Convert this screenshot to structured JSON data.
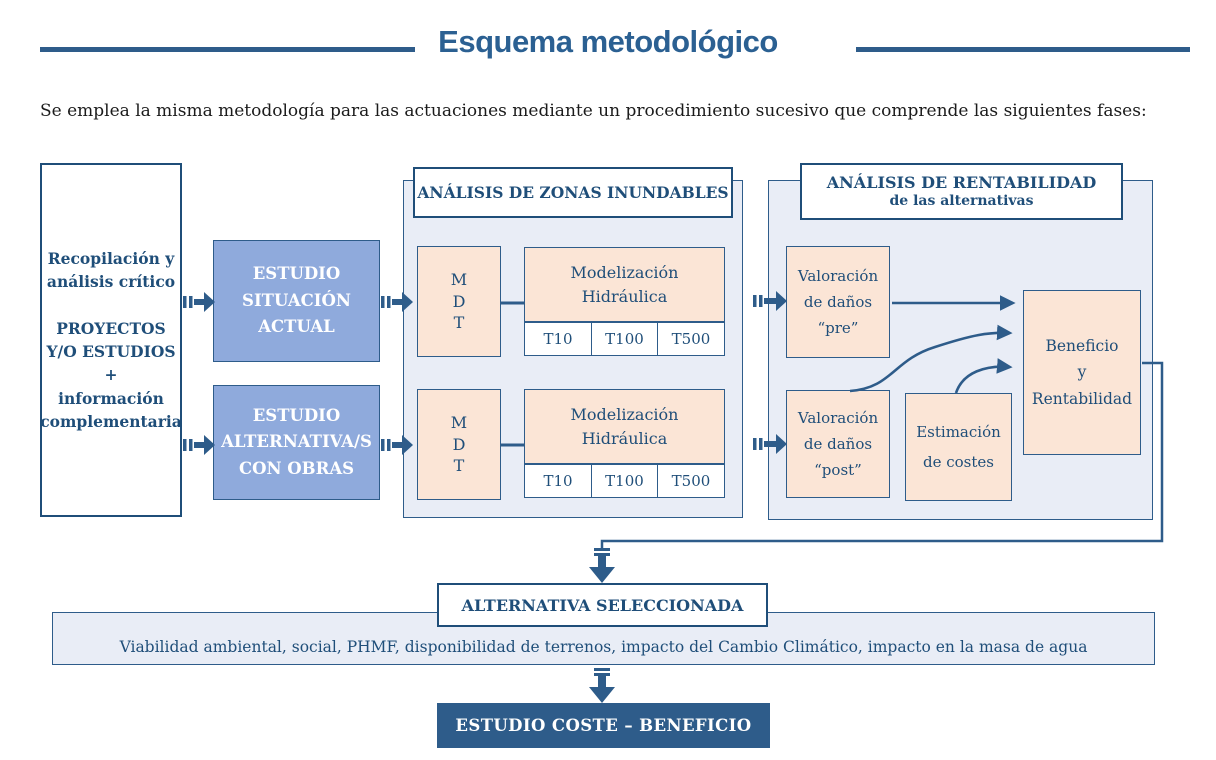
{
  "header": {
    "title": "Esquema metodológico"
  },
  "intro": {
    "text": "Se emplea la misma metodología para las actuaciones mediante un procedimiento sucesivo que comprende las siguientes fases:"
  },
  "source_box": {
    "text": "Recopilación y\nanálisis crítico\n\nPROYECTOS\nY/O ESTUDIOS\n+\ninformación\ncomplementaria"
  },
  "studies": {
    "current": "ESTUDIO\nSITUACIÓN\nACTUAL",
    "alternatives": "ESTUDIO\nALTERNATIVA/S\nCON OBRAS"
  },
  "flood_analysis": {
    "header": "ANÁLISIS DE ZONAS INUNDABLES",
    "mdt": "M\nD\nT",
    "model": "Modelización\nHidráulica",
    "return_periods": [
      "T10",
      "T100",
      "T500"
    ]
  },
  "profit_analysis": {
    "header_line1": "ANÁLISIS DE RENTABILIDAD",
    "header_line2": "de las alternativas",
    "damage_pre": "Valoración\nde daños\n“pre”",
    "damage_post": "Valoración\nde daños\n“post”",
    "cost_estimate": "Estimación\nde costes",
    "benefit": "Beneficio\ny\nRentabilidad"
  },
  "selection": {
    "alternative": "ALTERNATIVA SELECCIONADA",
    "viability": "Viabilidad ambiental, social, PHMF, disponibilidad de terrenos, impacto del Cambio Climático, impacto en la masa de agua",
    "final": "ESTUDIO COSTE – BENEFICIO"
  },
  "colors": {
    "accent_dark": "#1F4E79",
    "accent": "#2E5C8A",
    "study_box_fill": "#8FAADC",
    "panel_fill": "#E9EDF6",
    "process_box_fill": "#FBE5D6",
    "title_text": "#2B6092"
  }
}
